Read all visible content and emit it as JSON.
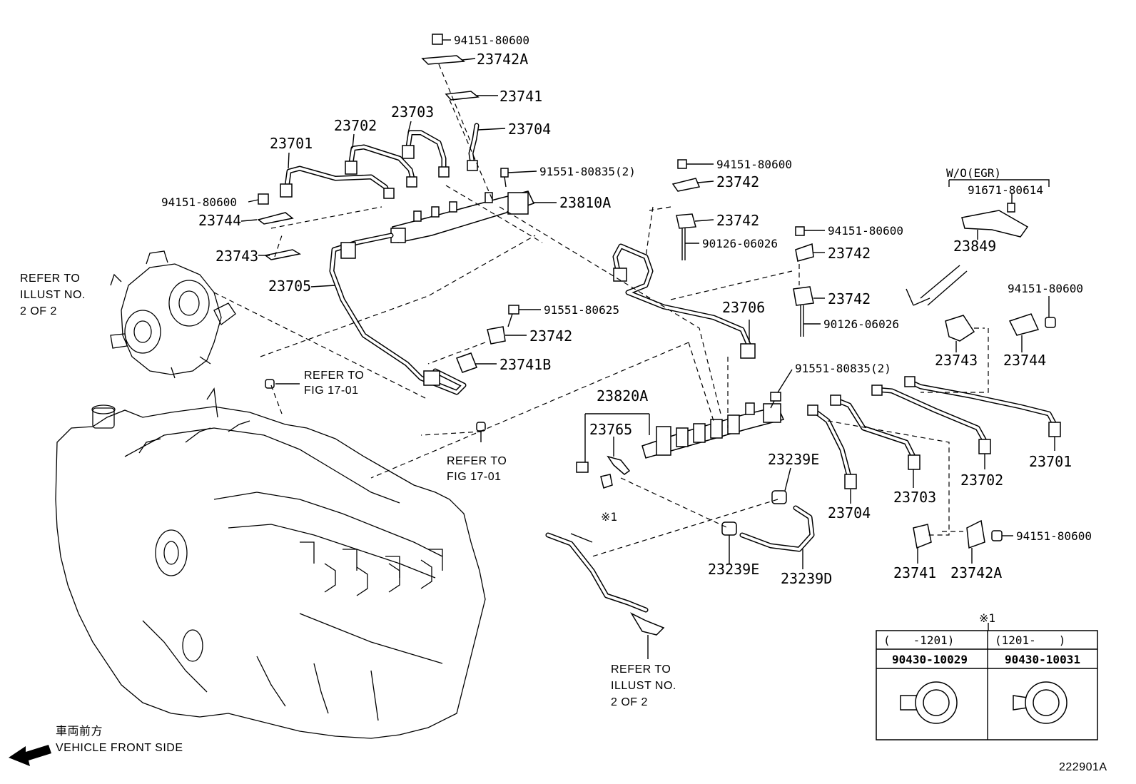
{
  "parts": {
    "nut_top": "94151-80600",
    "clamp_23742A_top": "23742A",
    "clamp_23741_top": "23741",
    "pipe_23703_left": "23703",
    "pipe_23704_left": "23704",
    "pipe_23702_left": "23702",
    "pipe_23701_left": "23701",
    "bolt_91551_80835_left": "91551-80835(2)",
    "nut_left": "94151-80600",
    "clamp_23744_left": "23744",
    "rail_23810A": "23810A",
    "clamp_23743_left": "23743",
    "pipe_23705": "23705",
    "bolt_91551_80625": "91551-80625",
    "clamp_23742_mid": "23742",
    "clamp_23741B": "23741B",
    "nut_center_top": "94151-80600",
    "clamp_23742_c1": "23742",
    "clamp_23742_c2": "23742",
    "stud_90126_a": "90126-06026",
    "nut_center_2": "94151-80600",
    "clamp_23742_c3": "23742",
    "clamp_23742_c4": "23742",
    "stud_90126_b": "90126-06026",
    "pipe_23706": "23706",
    "bolt_91551_80835_right": "91551-80835(2)",
    "rail_23820A": "23820A",
    "sensor_23765": "23765",
    "hose_clamp_23239E_top": "23239E",
    "hose_clamp_23239E_bottom": "23239E",
    "hose_23239D": "23239D",
    "wo_egr": "W/O(EGR)",
    "bolt_91671": "91671-80614",
    "bracket_23849": "23849",
    "nut_right": "94151-80600",
    "clamp_23743_right": "23743",
    "clamp_23744_right": "23744",
    "pipe_23701_right": "23701",
    "pipe_23702_right": "23702",
    "pipe_23703_right": "23703",
    "pipe_23704_right": "23704",
    "clamp_23741_right": "23741",
    "clamp_23742A_right": "23742A",
    "nut_bottom_right": "94151-80600",
    "note_mark_1": "※1"
  },
  "notes": {
    "refer_illust_left_1": "REFER TO",
    "refer_illust_left_2": "ILLUST NO.",
    "refer_illust_left_3": "2 OF 2",
    "refer_fig_a_1": "REFER TO",
    "refer_fig_a_2": "FIG 17-01",
    "refer_fig_b_1": "REFER TO",
    "refer_fig_b_2": "FIG 17-01",
    "refer_illust_bottom_1": "REFER TO",
    "refer_illust_bottom_2": "ILLUST NO.",
    "refer_illust_bottom_3": "2 OF 2",
    "vehicle_front_jp": "車両前方",
    "vehicle_front_en": "VEHICLE FRONT SIDE",
    "figure_id": "222901A"
  },
  "table": {
    "mark": "※1",
    "headers": [
      "(　　-1201)",
      "(1201-　　)"
    ],
    "part_numbers": [
      "90430-10029",
      "90430-10031"
    ]
  }
}
